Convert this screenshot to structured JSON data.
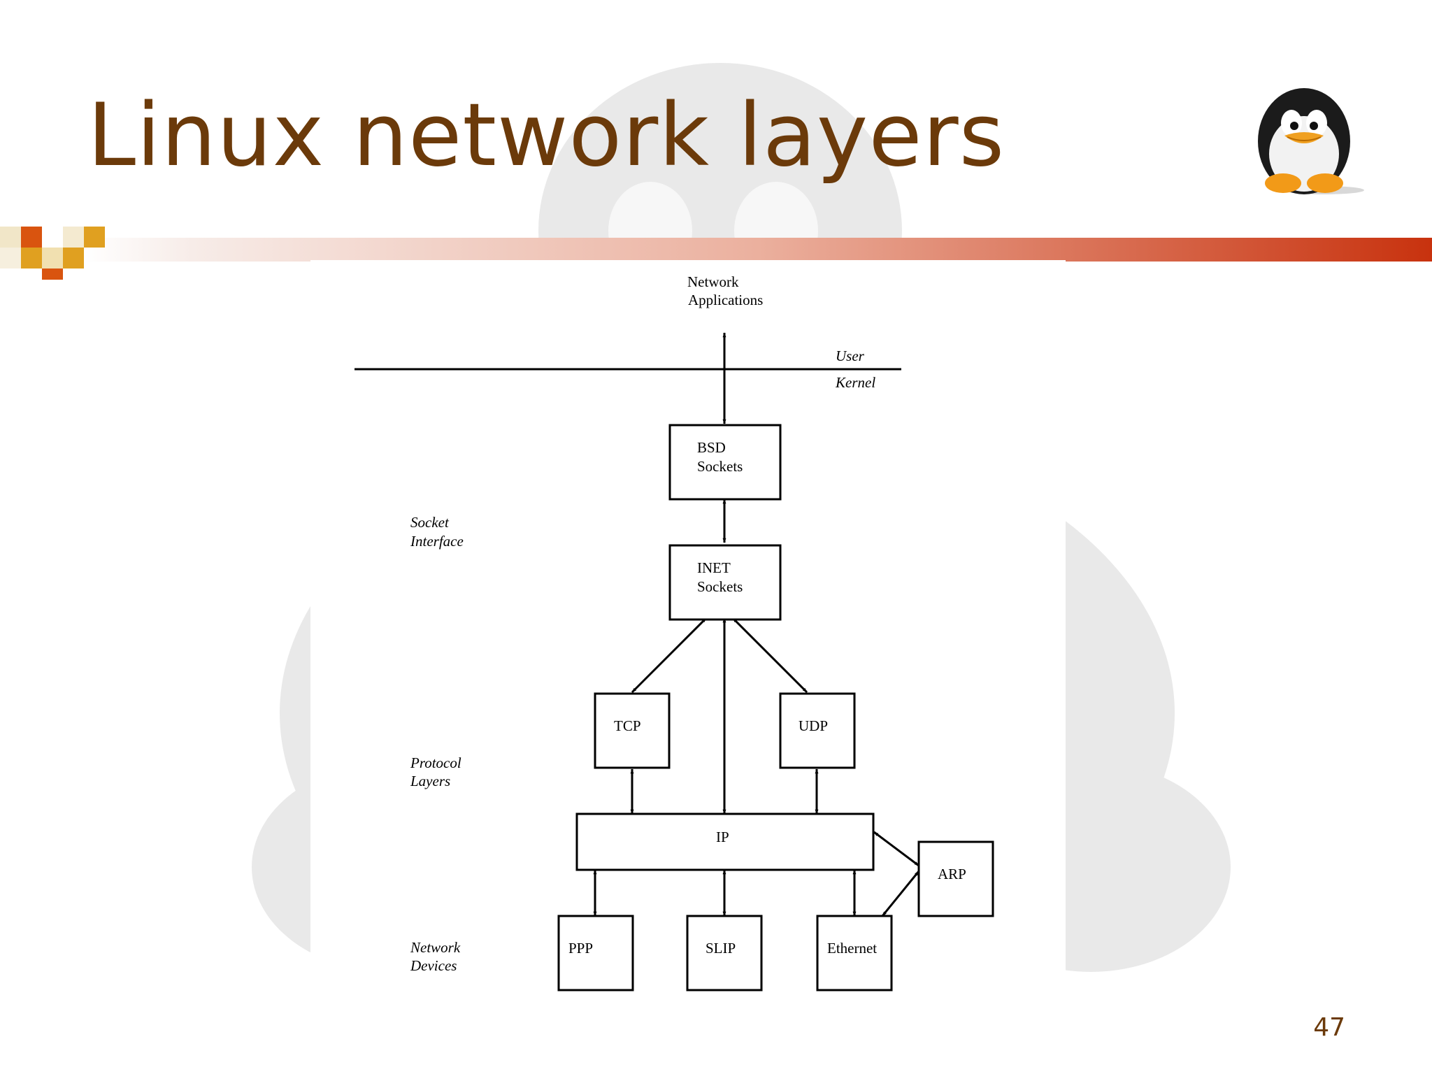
{
  "slide": {
    "title": "Linux network layers",
    "page_number": "47"
  },
  "colors": {
    "title": "#6b3a0a",
    "bar_end": "#c8320e",
    "bar_start": "#f5e6e0",
    "square_orange": "#d9540f",
    "square_gold": "#e0a020"
  },
  "diagram": {
    "top_label_line1": "Network",
    "top_label_line2": "Applications",
    "user_label": "User",
    "kernel_label": "Kernel",
    "side_labels": {
      "socket_interface_line1": "Socket",
      "socket_interface_line2": "Interface",
      "protocol_layers_line1": "Protocol",
      "protocol_layers_line2": "Layers",
      "network_devices_line1": "Network",
      "network_devices_line2": "Devices"
    },
    "boxes": {
      "bsd_line1": "BSD",
      "bsd_line2": "Sockets",
      "inet_line1": "INET",
      "inet_line2": "Sockets",
      "tcp": "TCP",
      "udp": "UDP",
      "ip": "IP",
      "arp": "ARP",
      "ppp": "PPP",
      "slip": "SLIP",
      "ethernet": "Ethernet"
    }
  },
  "icons": {
    "logo": "tux-penguin-icon",
    "bar_ornament": "checker-squares-icon"
  }
}
